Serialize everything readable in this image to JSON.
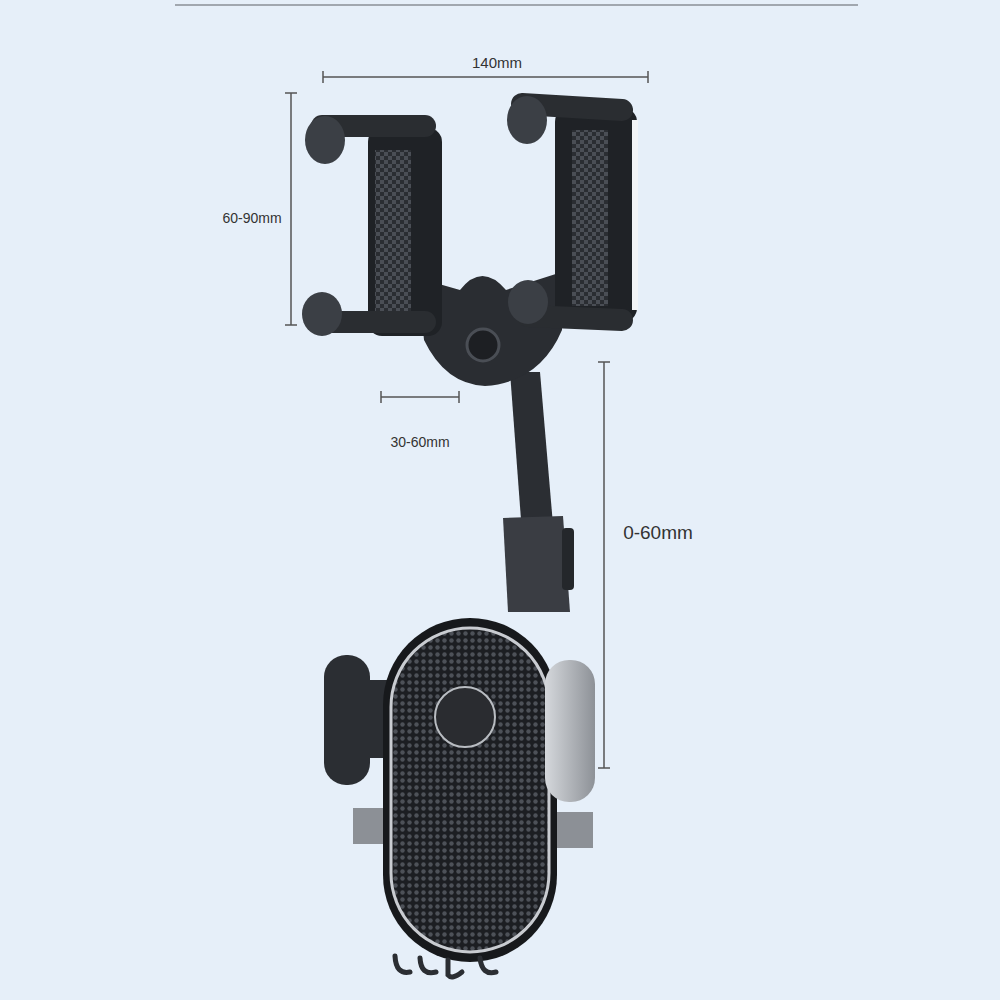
{
  "diagram": {
    "labels": [
      "140mm",
      "60-90mm",
      "30-60mm",
      "0-60mm"
    ]
  }
}
